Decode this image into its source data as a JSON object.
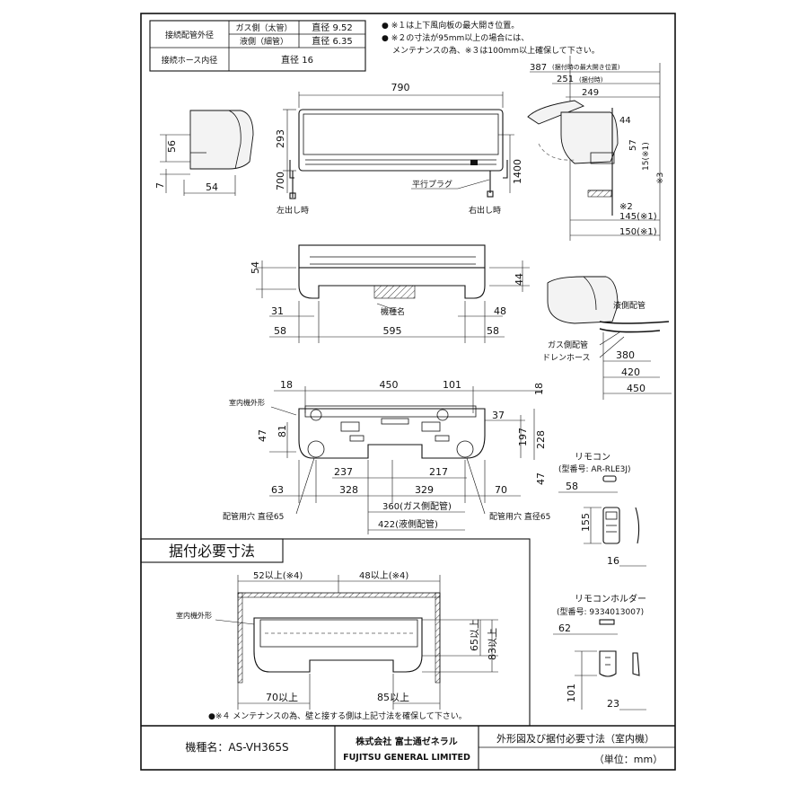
{
  "spec_table": {
    "pipe_label": "接続配管外径",
    "gas_label": "ガス側（太管）",
    "gas_value": "直径 9.52",
    "liquid_label": "液側（細管）",
    "liquid_value": "直径 6.35",
    "hose_label": "接続ホース内径",
    "hose_value": "直径 16"
  },
  "notes": {
    "note1": "● ※１は上下風向板の最大開き位置。",
    "note2a": "● ※２の寸法が95mm以上の場合には、",
    "note2b": "メンテナンスの為、※３は100mm以上確保して下さい。",
    "note4": "●※４ メンテナンスの為、壁と接する側は上記寸法を確保して下さい。"
  },
  "front_view": {
    "width": "790",
    "height_293": "293",
    "height_700": "700",
    "height_1400": "1400",
    "left_label": "左出し時",
    "right_label": "右出し時",
    "plug_label": "平行プラグ"
  },
  "side_view_left": {
    "d56": "56",
    "d7": "7",
    "d54": "54"
  },
  "side_view_right": {
    "d387": "387",
    "d387_note": "(据付時の最大開き位置)",
    "d251": "251",
    "d251_note": "(据付時)",
    "d249": "249",
    "d44": "44",
    "d57": "57",
    "d15": "15(※1)",
    "d3": "※3",
    "d2": "※2",
    "d145": "145(※1)",
    "d150": "150(※1)"
  },
  "bottom_view": {
    "d54": "54",
    "d44": "44",
    "d31": "31",
    "d48": "48",
    "d58l": "58",
    "d595": "595",
    "d58r": "58",
    "nameplate": "機種名"
  },
  "piping_view": {
    "liquid": "液側配管",
    "gas": "ガス側配管",
    "drain": "ドレンホース",
    "d380": "380",
    "d420": "420",
    "d450": "450"
  },
  "back_plate": {
    "outline_label": "室内機外形",
    "d18l": "18",
    "d450": "450",
    "d101": "101",
    "d18r": "18",
    "d37": "37",
    "d197": "197",
    "d228": "228",
    "d47l": "47",
    "d81": "81",
    "d237": "237",
    "d217": "217",
    "d47r": "47",
    "d63": "63",
    "d328": "328",
    "d329": "329",
    "d70": "70",
    "d360": "360(ガス側配管)",
    "d422": "422(液側配管)",
    "hole_left": "配管用穴 直径65",
    "hole_right": "配管用穴 直径65"
  },
  "install_box": {
    "title": "据付必要寸法",
    "d52": "52以上(※4)",
    "d48": "48以上(※4)",
    "outline_label": "室内機外形",
    "d65": "65以上",
    "d83": "83以上",
    "d70": "70以上",
    "d85": "85以上"
  },
  "remote": {
    "title": "リモコン",
    "model": "(型番号: AR-RLE3J)",
    "d58": "58",
    "d155": "155",
    "d16": "16"
  },
  "holder": {
    "title": "リモコンホルダー",
    "model": "(型番号: 9334013007)",
    "d62": "62",
    "d101": "101",
    "d23": "23"
  },
  "footer": {
    "model_label": "機種名：AS-VH365S",
    "company_jp": "株式会社 富士通ゼネラル",
    "company_en": "FUJITSU GENERAL LIMITED",
    "doc_title": "外形図及び据付必要寸法（室内機）",
    "unit": "（単位：mm）"
  }
}
